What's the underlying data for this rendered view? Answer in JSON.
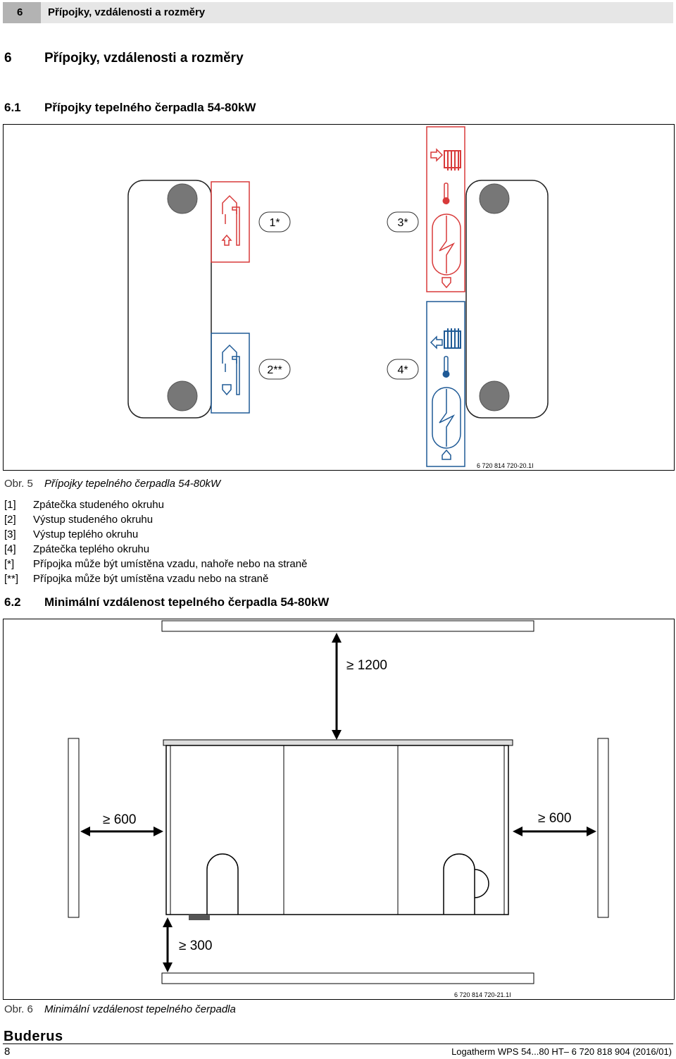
{
  "header": {
    "number": "6",
    "title": "Přípojky, vzdálenosti a rozměry"
  },
  "section": {
    "number": "6",
    "title": "Přípojky, vzdálenosti a rozměry"
  },
  "sub1": {
    "number": "6.1",
    "title": "Přípojky tepelného čerpadla 54-80kW"
  },
  "fig5": {
    "labels": {
      "c1": "1*",
      "c2": "2**",
      "c3": "3*",
      "c4": "4*"
    },
    "code": "6 720 814 720-20.1I",
    "caption_label": "Obr. 5",
    "caption": "Přípojky tepelného čerpadla 54-80kW"
  },
  "legend": [
    {
      "key": "[1]",
      "text": "Zpátečka studeného okruhu"
    },
    {
      "key": "[2]",
      "text": "Výstup studeného okruhu"
    },
    {
      "key": "[3]",
      "text": "Výstup teplého okruhu"
    },
    {
      "key": "[4]",
      "text": "Zpátečka teplého okruhu"
    },
    {
      "key": "[*]",
      "text": "Přípojka může být umístěna vzadu, nahoře nebo na straně"
    },
    {
      "key": "[**]",
      "text": "Přípojka může být umístěna vzadu nebo na straně"
    }
  ],
  "sub2": {
    "number": "6.2",
    "title": "Minimální vzdálenost tepelného čerpadla 54-80kW"
  },
  "fig6": {
    "top": "≥ 1200",
    "left": "≥ 600",
    "right": "≥ 600",
    "bottom": "≥ 300",
    "code": "6 720 814 720-21.1I",
    "caption_label": "Obr. 6",
    "caption": "Minimální vzdálenost tepelného čerpadla"
  },
  "footer": {
    "brand": "Buderus",
    "page": "8",
    "doc": "Logatherm WPS 54...80 HT– 6 720 818 904 (2016/01)"
  },
  "colors": {
    "red": "#d83a3a",
    "blue": "#1f5a96",
    "grey": "#777777"
  }
}
